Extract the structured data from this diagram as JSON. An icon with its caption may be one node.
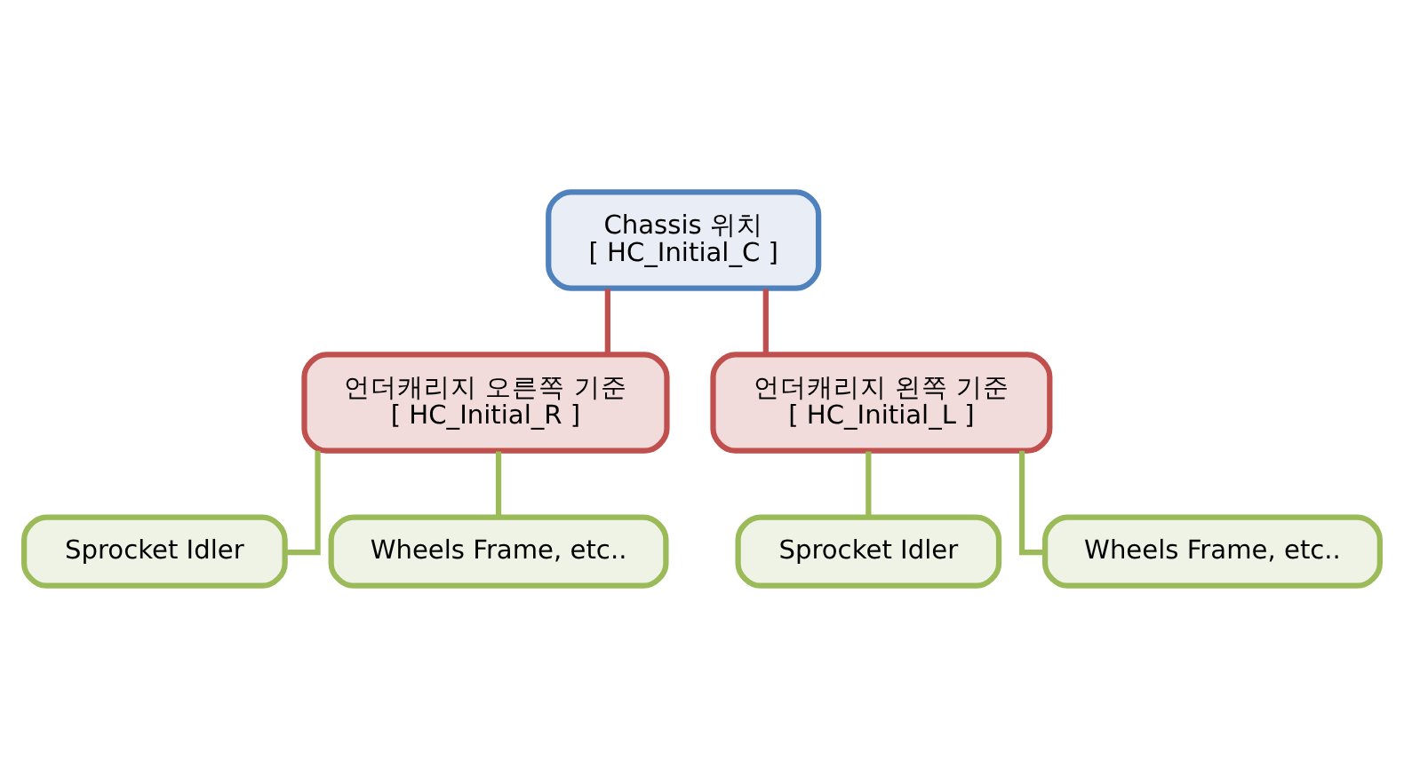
{
  "diagram": {
    "nodes": [
      {
        "text": [
          "Chassis 위치",
          "[ HC_Initial_C ]"
        ]
      },
      {
        "text": [
          "언더캐리지 오른쪽 기준",
          "[ HC_Initial_R ]"
        ]
      },
      {
        "text": [
          "언더캐리지 왼쪽 기준",
          "[ HC_Initial_L ]"
        ]
      },
      {
        "text": [
          "Sprocket Idler"
        ]
      },
      {
        "text": [
          "Wheels Frame, etc.."
        ]
      },
      {
        "text": [
          "Sprocket Idler"
        ]
      },
      {
        "text": [
          "Wheels Frame, etc.."
        ]
      }
    ],
    "edges": [
      {
        "from": 0,
        "to": 1,
        "arrow": "none",
        "color": "#c0504d"
      },
      {
        "from": 0,
        "to": 2,
        "arrow": "none",
        "color": "#c0504d"
      },
      {
        "from": 1,
        "to": 3,
        "arrow": "none"
      },
      {
        "from": 1,
        "to": 4,
        "arrow": "none"
      },
      {
        "from": 2,
        "to": 5,
        "arrow": "none"
      },
      {
        "from": 2,
        "to": 6,
        "arrow": "none"
      }
    ]
  }
}
